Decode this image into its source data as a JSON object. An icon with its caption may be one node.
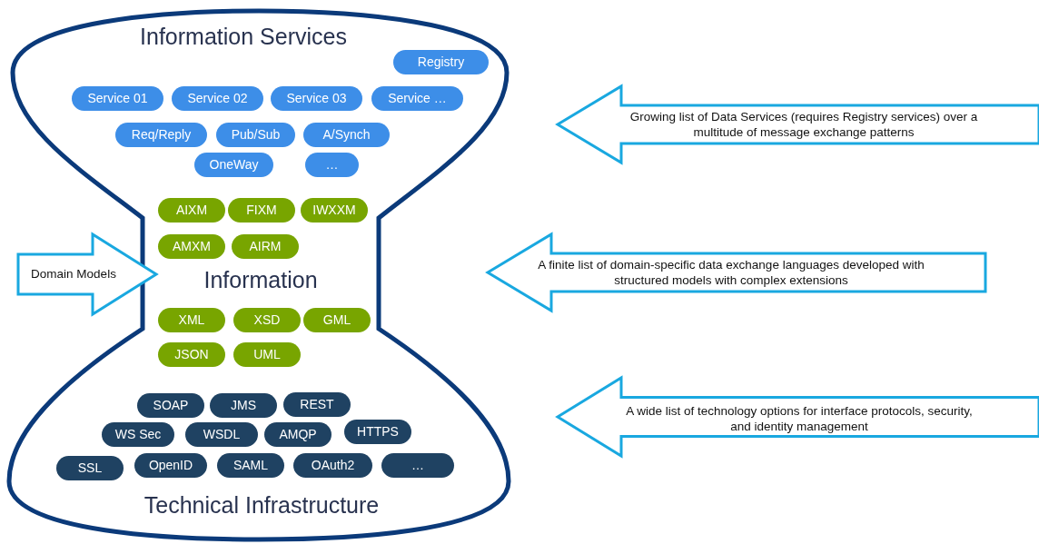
{
  "diagram": {
    "nodes": [
      {
        "text": [
          "Information Services",
          "Information",
          "Technical Infrastructure"
        ]
      },
      {
        "text": [
          "Registry"
        ],
        "in": 0
      },
      {
        "text": [
          "Service 01"
        ],
        "in": 0
      },
      {
        "text": [
          "Service 02"
        ],
        "in": 0
      },
      {
        "text": [
          "Service 03"
        ],
        "in": 0
      },
      {
        "text": [
          "Service …"
        ],
        "in": 0
      },
      {
        "text": [
          "Req/Reply"
        ],
        "in": 0
      },
      {
        "text": [
          "Pub/Sub"
        ],
        "in": 0
      },
      {
        "text": [
          "A/Synch"
        ],
        "in": 0
      },
      {
        "text": [
          "OneWay"
        ],
        "in": 0
      },
      {
        "text": [
          "…"
        ],
        "in": 0
      },
      {
        "text": [
          "AIXM"
        ],
        "in": 0
      },
      {
        "text": [
          "FIXM"
        ],
        "in": 0
      },
      {
        "text": [
          "IWXXM"
        ],
        "in": 0
      },
      {
        "text": [
          "AMXM"
        ],
        "in": 0
      },
      {
        "text": [
          "AIRM"
        ],
        "in": 0
      },
      {
        "text": [
          "XML"
        ],
        "in": 0
      },
      {
        "text": [
          "XSD"
        ],
        "in": 0
      },
      {
        "text": [
          "GML"
        ],
        "in": 0
      },
      {
        "text": [
          "JSON"
        ],
        "in": 0
      },
      {
        "text": [
          "UML"
        ],
        "in": 0
      },
      {
        "text": [
          "SOAP"
        ],
        "in": 0
      },
      {
        "text": [
          "JMS"
        ],
        "in": 0
      },
      {
        "text": [
          "REST"
        ],
        "in": 0
      },
      {
        "text": [
          "WS Sec"
        ],
        "in": 0
      },
      {
        "text": [
          "WSDL"
        ],
        "in": 0
      },
      {
        "text": [
          "AMQP"
        ],
        "in": 0
      },
      {
        "text": [
          "HTTPS"
        ],
        "in": 0
      },
      {
        "text": [
          "SSL"
        ],
        "in": 0
      },
      {
        "text": [
          "OpenID"
        ],
        "in": 0
      },
      {
        "text": [
          "SAML"
        ],
        "in": 0
      },
      {
        "text": [
          "OAuth2"
        ],
        "in": 0
      },
      {
        "text": [
          "…"
        ],
        "in": 0
      },
      {
        "text": [
          "Domain Models"
        ]
      },
      {
        "text": [
          "Growing list of Data Services (requires Registry services) over a multitude of message exchange patterns"
        ]
      },
      {
        "text": [
          "A finite list of domain-specific data exchange languages developed with structured models with complex extensions"
        ]
      },
      {
        "text": [
          "A wide list of technology options for interface protocols, security, and identity management"
        ]
      }
    ]
  }
}
